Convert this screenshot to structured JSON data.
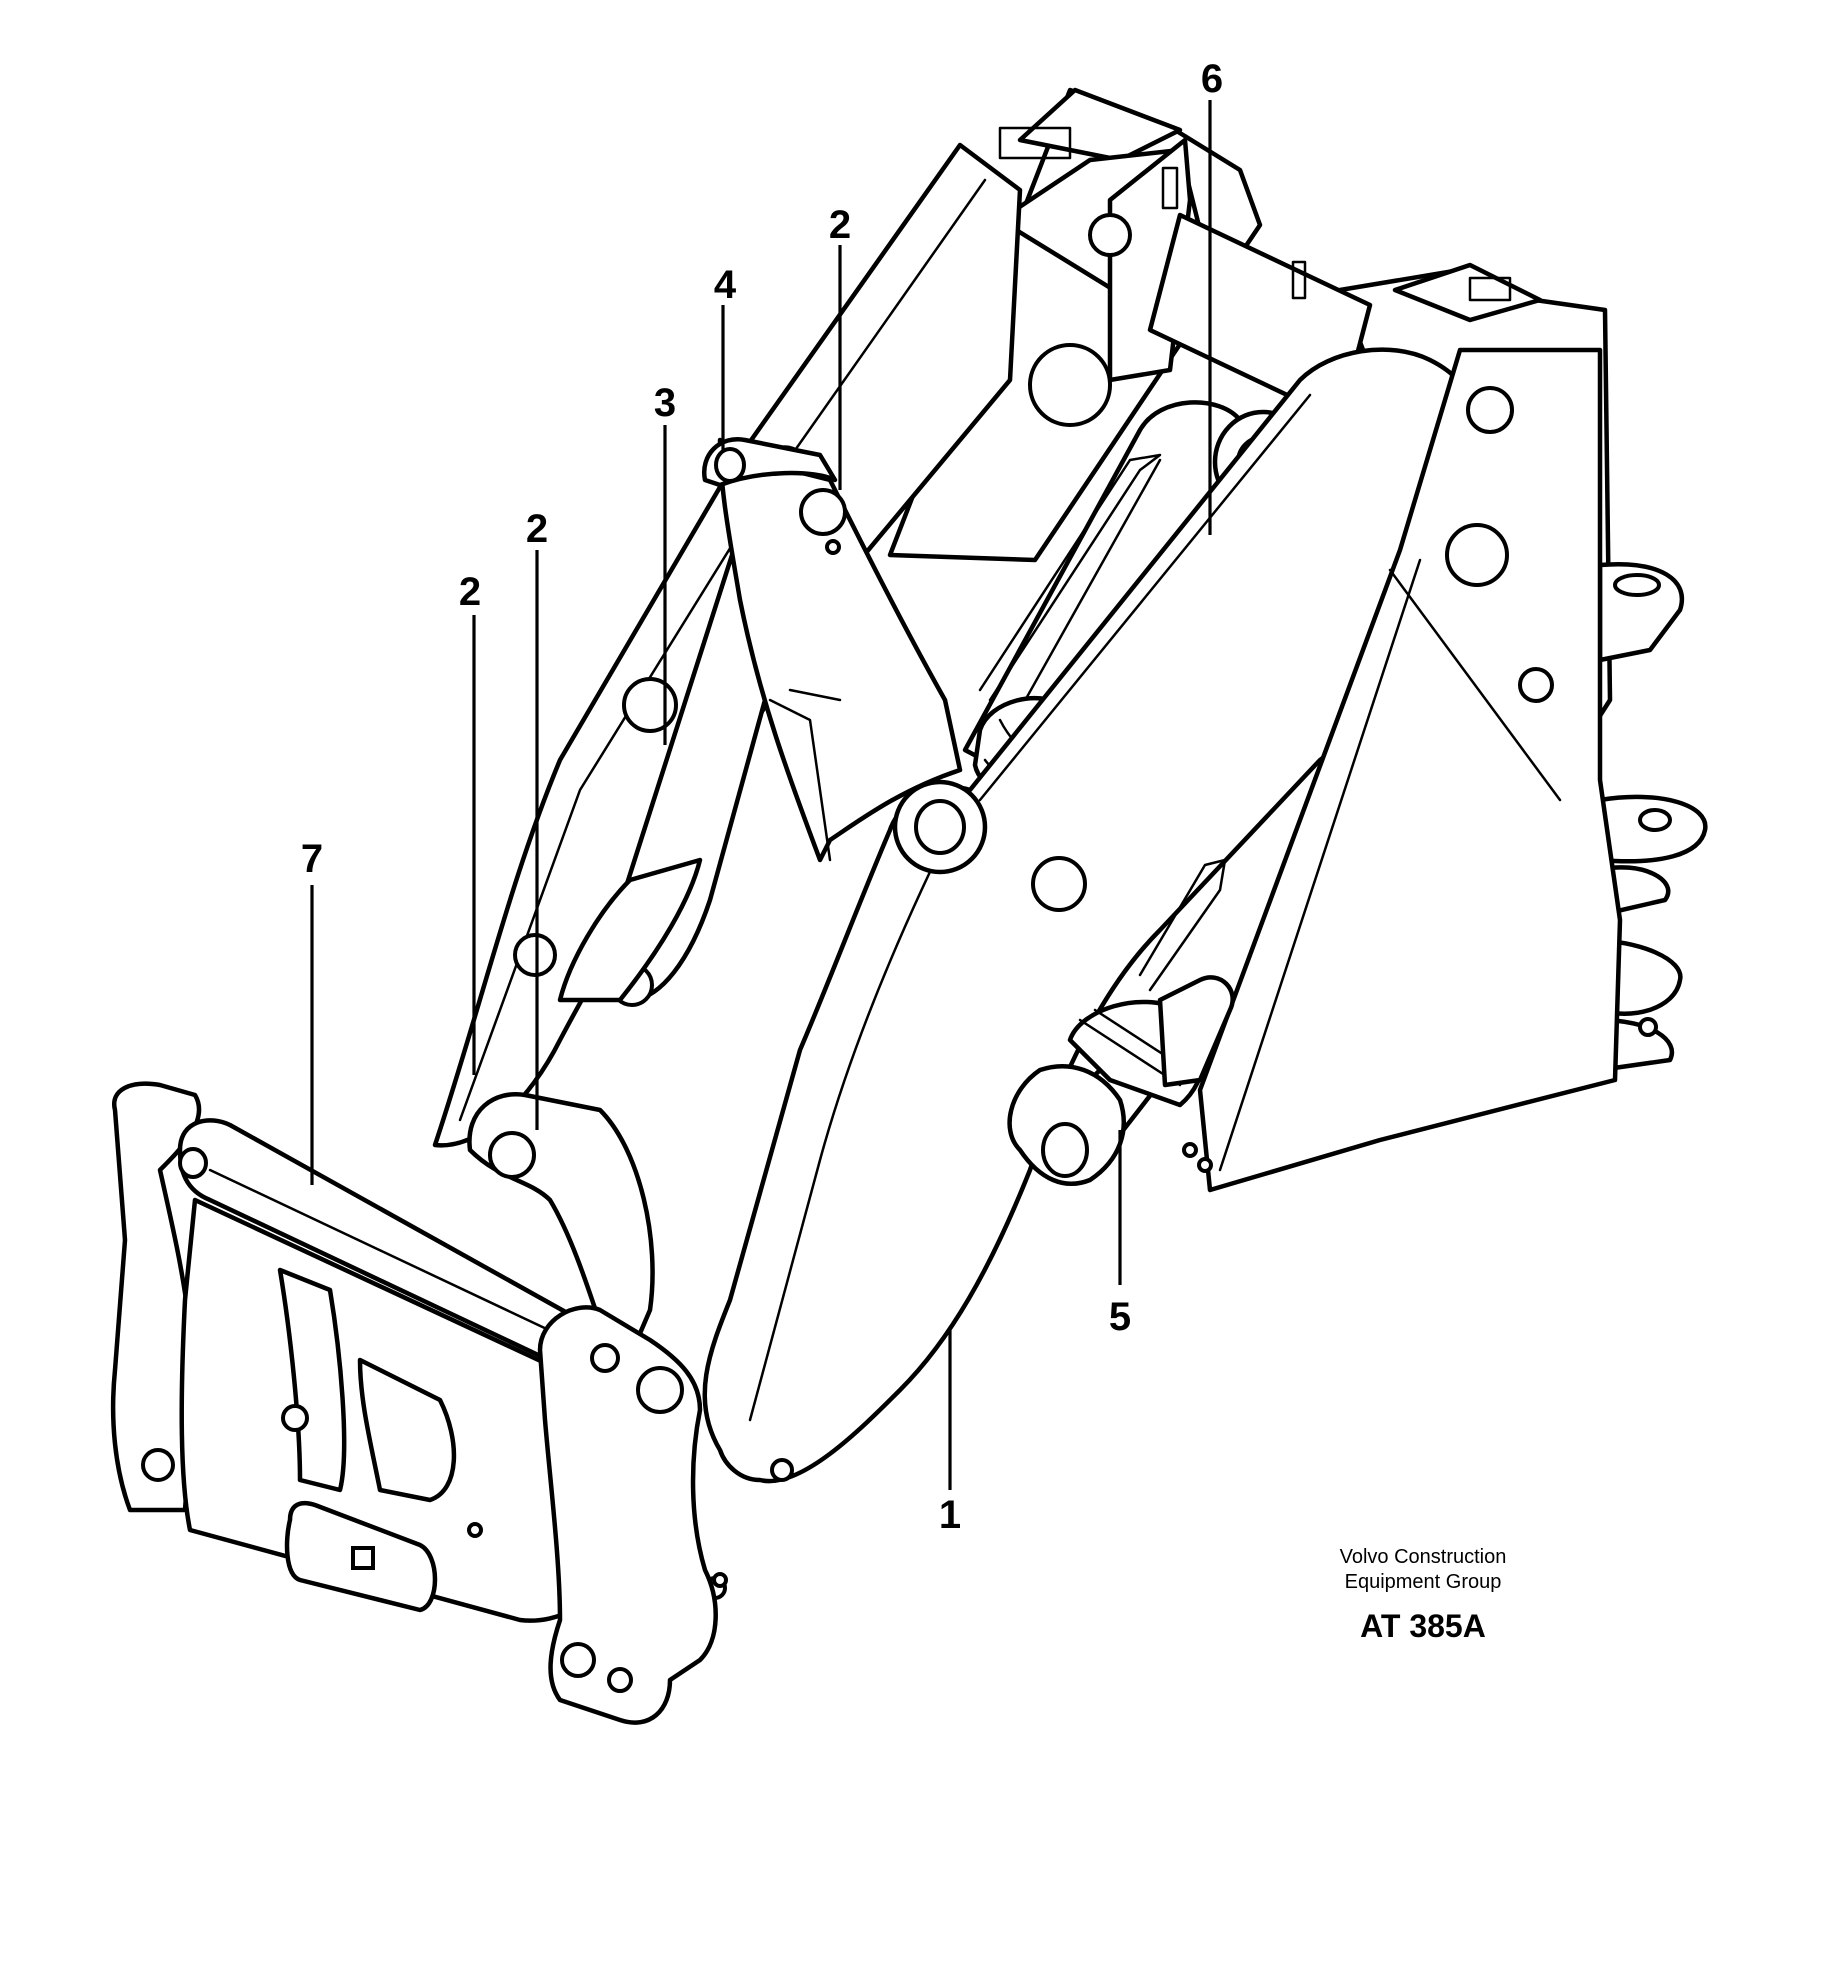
{
  "callouts": [
    {
      "id": "1",
      "label": "1"
    },
    {
      "id": "2a",
      "label": "2"
    },
    {
      "id": "2b",
      "label": "2"
    },
    {
      "id": "2c",
      "label": "2"
    },
    {
      "id": "3",
      "label": "3"
    },
    {
      "id": "4",
      "label": "4"
    },
    {
      "id": "5",
      "label": "5"
    },
    {
      "id": "6",
      "label": "6"
    },
    {
      "id": "7",
      "label": "7"
    }
  ],
  "credit": {
    "line1": "Volvo Construction",
    "line2": "Equipment Group"
  },
  "figure_id": "AT 385A"
}
